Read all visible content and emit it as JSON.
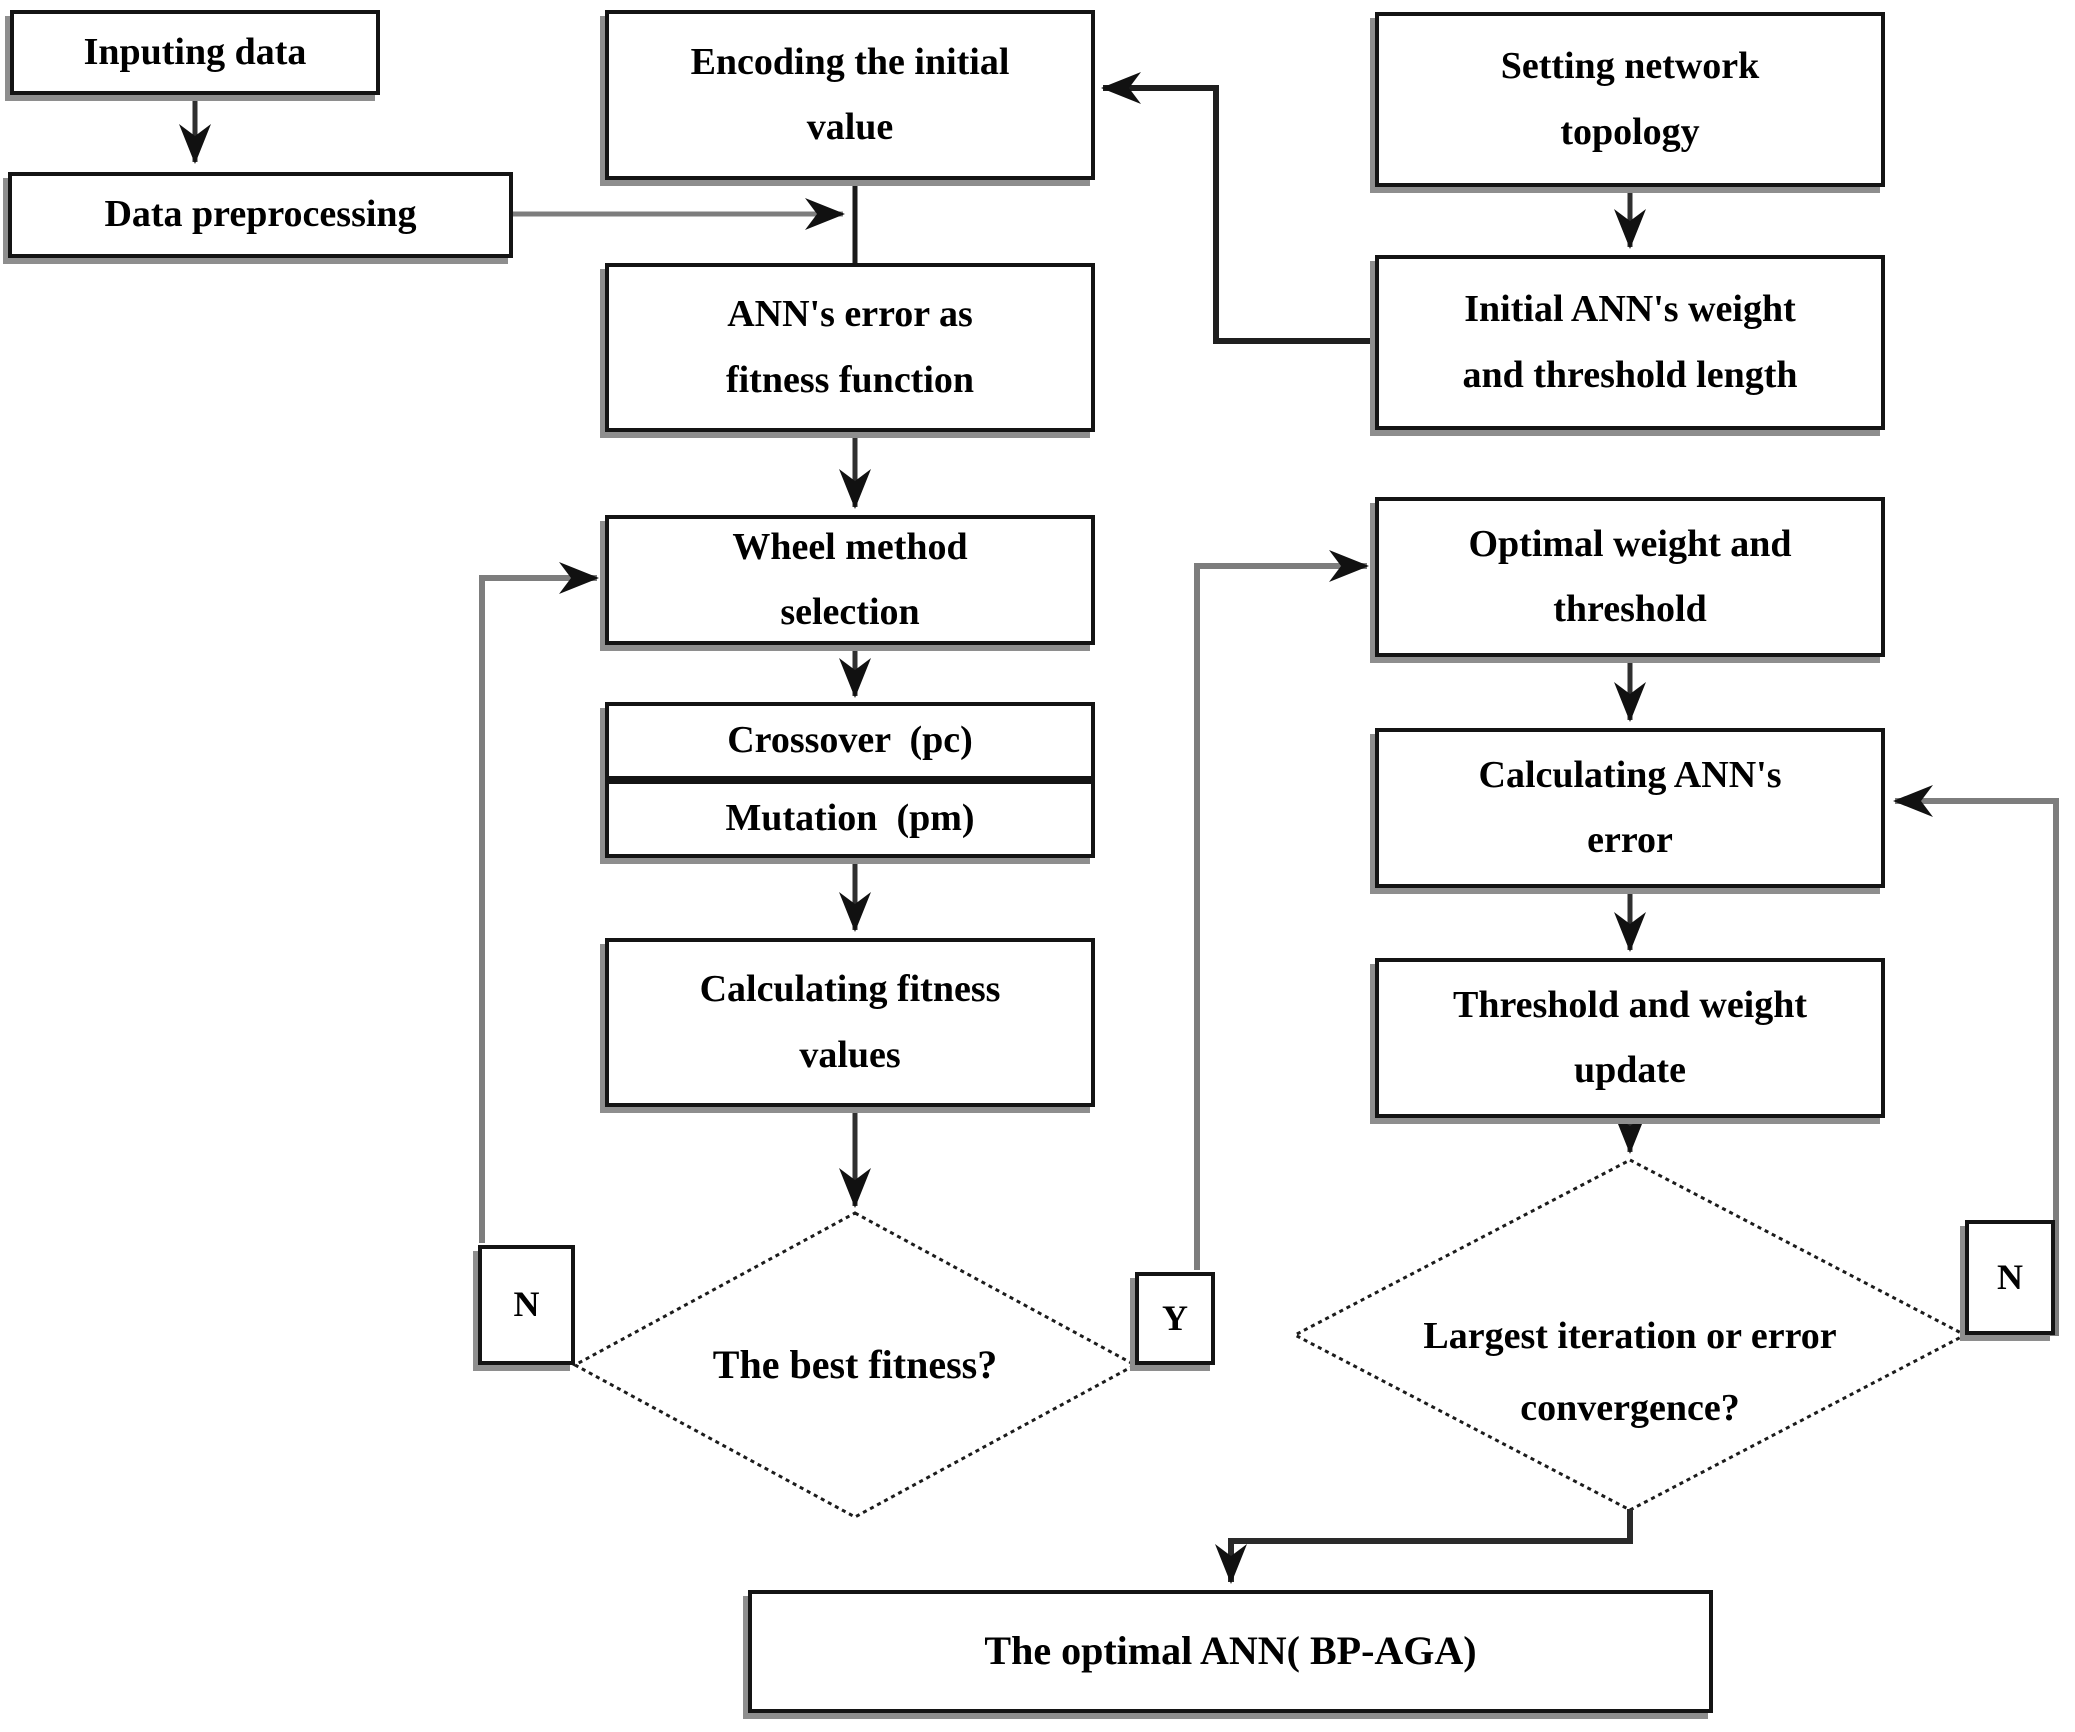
{
  "nodes": {
    "inputing_data": {
      "lines": [
        "Inputing data"
      ]
    },
    "data_preprocessing": {
      "lines": [
        "Data preprocessing"
      ]
    },
    "encoding_initial": {
      "lines": [
        "Encoding the initial",
        "value"
      ]
    },
    "ann_error_fitness": {
      "lines": [
        "ANN's error as",
        "fitness function"
      ]
    },
    "wheel_method": {
      "lines": [
        "Wheel method",
        "selection"
      ]
    },
    "crossover": {
      "lines": [
        "Crossover  (pc)"
      ]
    },
    "mutation": {
      "lines": [
        "Mutation  (pm)"
      ]
    },
    "calc_fitness": {
      "lines": [
        "Calculating fitness",
        "values"
      ]
    },
    "best_fitness": {
      "lines": [
        "The best fitness?"
      ]
    },
    "setting_topology": {
      "lines": [
        "Setting network",
        "topology"
      ]
    },
    "initial_weight": {
      "lines": [
        "Initial ANN's weight",
        "and threshold length"
      ]
    },
    "optimal_weight": {
      "lines": [
        "Optimal weight and",
        "threshold"
      ]
    },
    "calc_ann_error": {
      "lines": [
        "Calculating ANN's",
        "error"
      ]
    },
    "threshold_update": {
      "lines": [
        "Threshold and weight",
        "update"
      ]
    },
    "largest_iteration": {
      "lines": [
        "Largest iteration or error",
        "convergence?"
      ]
    },
    "optimal_ann": {
      "lines": [
        "The optimal ANN( BP-AGA)"
      ]
    }
  },
  "branch_labels": {
    "best_fitness_no": "N",
    "best_fitness_yes": "Y",
    "iteration_no": "N"
  },
  "colors": {
    "text": "#000000",
    "box_border": "#141414",
    "box_shadow": "#8e8e8e",
    "connector_gray": "#7d7d7d",
    "connector_dark": "#2f2f2f",
    "arrowhead": "#111111",
    "background": "#ffffff"
  }
}
